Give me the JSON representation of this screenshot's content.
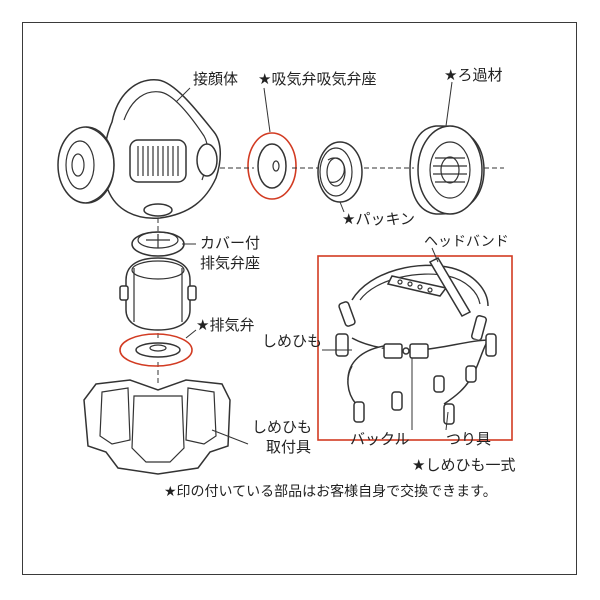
{
  "labels": {
    "face_body": "接顔体",
    "inhale_valve_seat": "★吸気弁吸気弁座",
    "filter": "★ろ過材",
    "packing": "★パッキン",
    "head_band": "ヘッドバンド",
    "cover_exhale_seat_line1": "カバー付",
    "cover_exhale_seat_line2": "排気弁座",
    "exhale_valve": "★排気弁",
    "strap": "しめひも",
    "strap_mount_line1": "しめひも",
    "strap_mount_line2": "取付具",
    "buckle": "バックル",
    "hanger": "つり具",
    "strap_set": "★しめひも一式"
  },
  "note": "★印の付いている部品はお客様自身で交換できます。",
  "colors": {
    "highlight": "#d23b22",
    "line": "#333333",
    "frame": "#3a3a3a"
  }
}
